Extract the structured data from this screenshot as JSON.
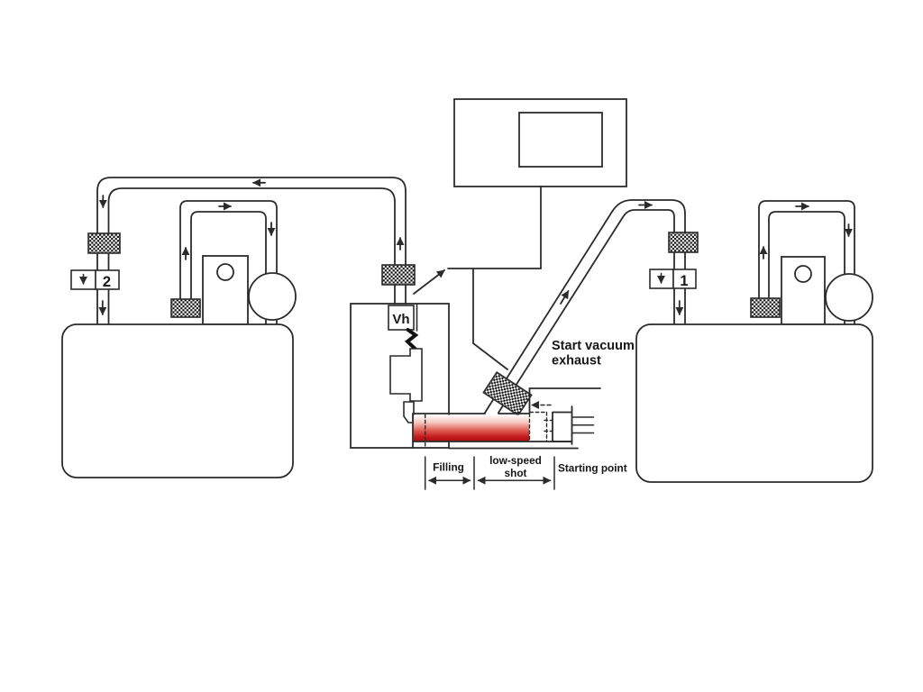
{
  "diagram": {
    "title": "die-casting vacuum exhaust system schematic",
    "labels": {
      "vh": "Vh",
      "left_valve_number": "2",
      "right_valve_number": "1",
      "start_vacuum_line1": "Start vacuum",
      "start_vacuum_line2": "exhaust",
      "filling": "Filling",
      "low_speed_line1": "low-speed",
      "low_speed_line2": "shot",
      "starting_point": "Starting point"
    },
    "colors": {
      "line": "#2b2b2b",
      "melt_top": "#ffffff",
      "melt_light": "#f4c3bb",
      "melt_mid": "#de5a50",
      "melt_dark": "#c2181b",
      "melt_deep": "#ac1014"
    }
  }
}
